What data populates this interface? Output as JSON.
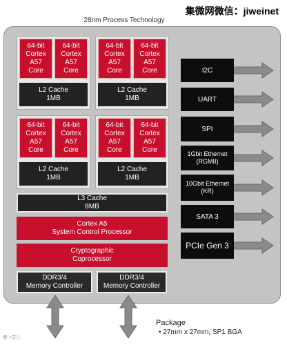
{
  "header": {
    "watermark": "集微网微信：jiweinet",
    "title": "28nm Process Technology"
  },
  "core_label": "64-bit\nCortex\nA57\nCore",
  "l2_cache": "L2 Cache\n1MB",
  "l3_cache": "L3 Cache\n8MB",
  "scp": "Cortex A5\nSystem Control Processor",
  "crypto": "Cryptographic\nCoprocessor",
  "memctrl": "DDR3/4\nMemory Controller",
  "io": [
    "I2C",
    "UART",
    "SPI",
    "1Gbit Ethernet\n(RGMII)",
    "10Gbit Ethernet\n(KR)",
    "SATA 3",
    "PCIe Gen 3"
  ],
  "package": {
    "heading": "Package",
    "detail": "• 27mm x 27mm, SP1 BGA"
  },
  "footer_tag": "老 ×芯ⓒ"
}
